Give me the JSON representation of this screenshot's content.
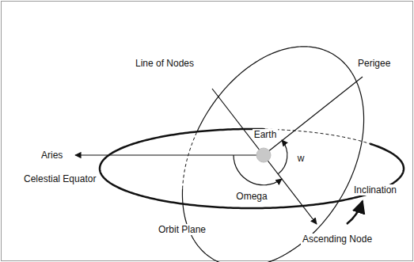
{
  "diagram": {
    "labels": [
      "Line of Nodes",
      "Perigee",
      "Earth",
      "Aries",
      "w",
      "Omega",
      "Celestial Equator",
      "Inclination",
      "Ascending Node",
      "Orbit Plane"
    ]
  }
}
